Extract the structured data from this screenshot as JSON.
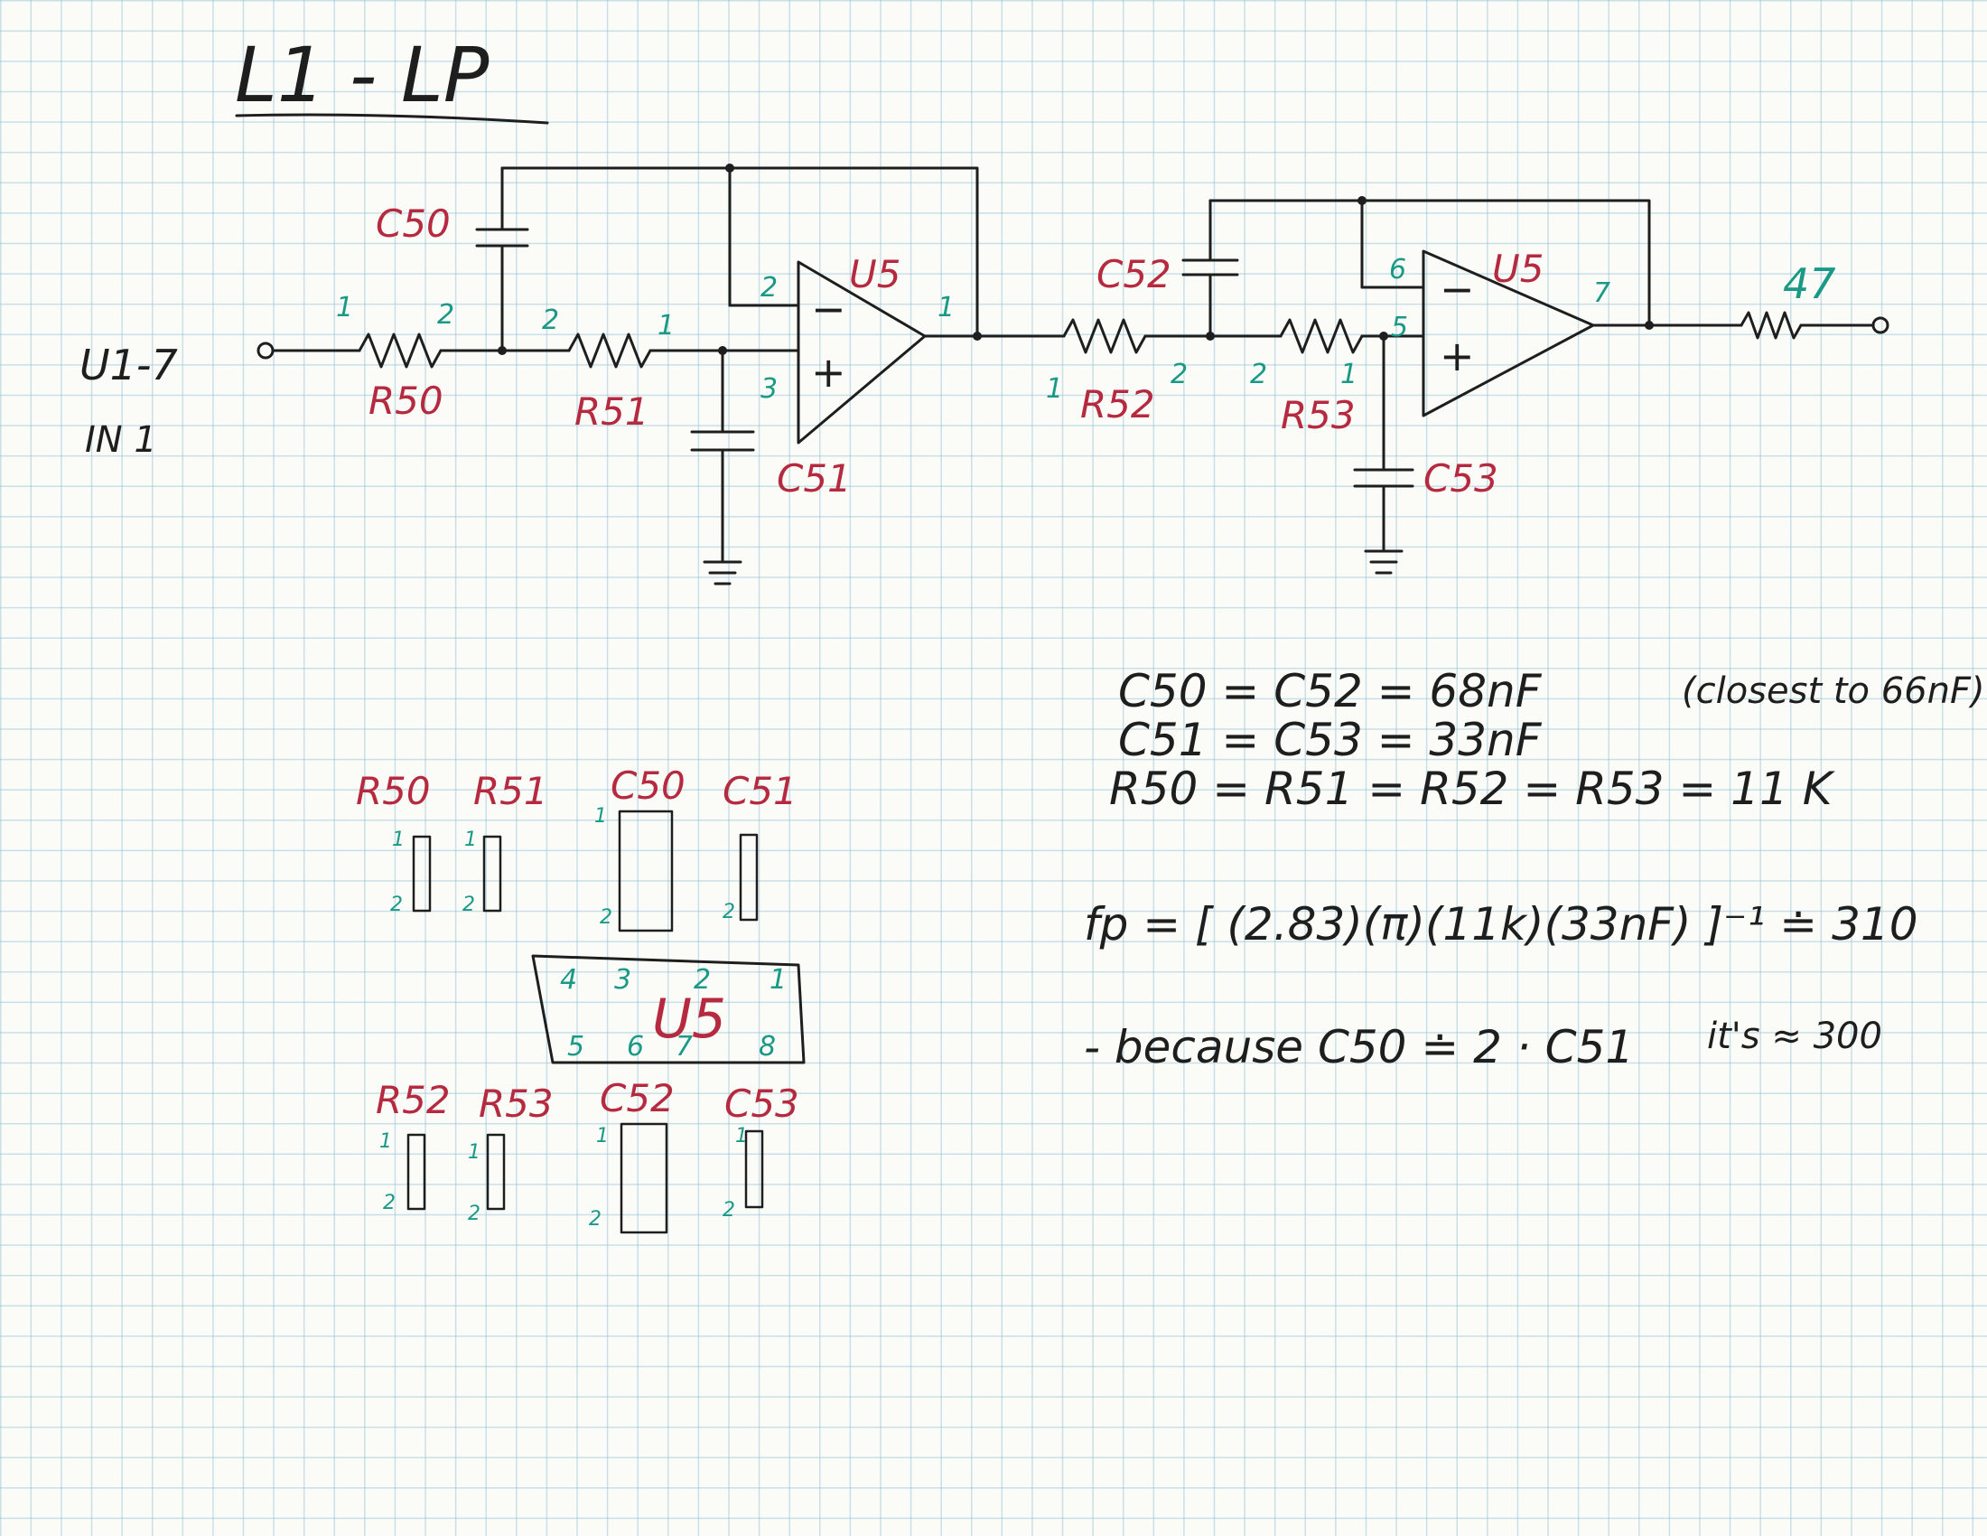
{
  "title": "L1 - LP",
  "colors": {
    "ink": "#1e1e1e",
    "red_labels": "#b52a3f",
    "green_labels": "#1a9a86",
    "grid": "#8cbed2"
  },
  "schematic": {
    "input_label": "U1-7",
    "input_sub": "IN 1",
    "output_label": "47",
    "opamp1": {
      "name": "U5",
      "pin_inv": "2",
      "pin_noninv": "3",
      "pin_out": "1",
      "minus": "−",
      "plus": "+"
    },
    "opamp2": {
      "name": "U5",
      "pin_inv": "6",
      "pin_noninv": "5",
      "pin_out": "7",
      "minus": "−",
      "plus": "+"
    },
    "r50": {
      "name": "R50",
      "pin_a": "1",
      "pin_b": "2"
    },
    "r51": {
      "name": "R51",
      "pin_a": "2",
      "pin_b": "1"
    },
    "r52": {
      "name": "R52",
      "pin_a": "1",
      "pin_b": "2"
    },
    "r53": {
      "name": "R53",
      "pin_a": "2",
      "pin_b": "1"
    },
    "c50": {
      "name": "C50"
    },
    "c51": {
      "name": "C51"
    },
    "c52": {
      "name": "C52"
    },
    "c53": {
      "name": "C53"
    }
  },
  "layout": {
    "top": {
      "r50": "R50",
      "r51": "R51",
      "c50": "C50",
      "c51": "C51"
    },
    "bottom": {
      "r52": "R52",
      "r53": "R53",
      "c52": "C52",
      "c53": "C53"
    },
    "pin_one": "1",
    "pin_two": "2",
    "ic": {
      "name": "U5",
      "top_pins": [
        "4",
        "3",
        "2",
        "1"
      ],
      "bottom_pins": [
        "5",
        "6",
        "7",
        "8"
      ]
    }
  },
  "notes": {
    "line1": "C50 = C52 = 68nF",
    "line1_aside": "(closest to 66nF)",
    "line2": "C51 = C53 = 33nF",
    "line3": "R50 = R51 = R52 = R53 = 11 K",
    "formula": "fp = [ (2.83)(π)(11k)(33nF) ]⁻¹ ≐ 310",
    "line5": "- because C50 ≐ 2 · C51",
    "line5_aside": "it's ≈ 300"
  }
}
